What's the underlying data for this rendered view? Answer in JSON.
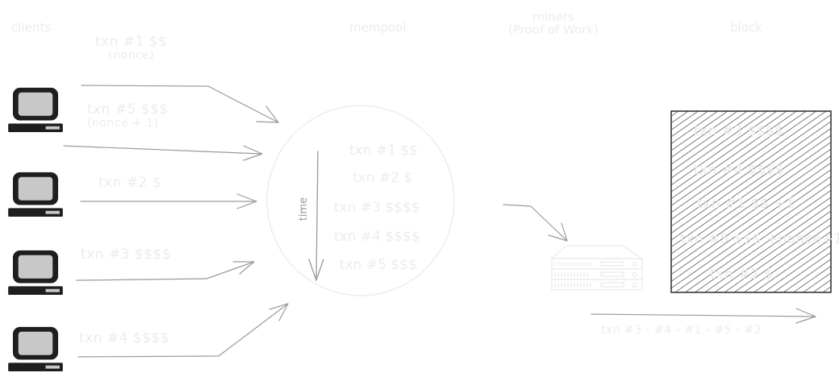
{
  "headers": {
    "clients": "clients",
    "mempool": "mempool",
    "miners_line1": "miners",
    "miners_line2": "(Proof of Work)",
    "block": "block"
  },
  "client_txns": [
    {
      "label": "txn #1 $$",
      "sub": "(nonce)"
    },
    {
      "label": "txn #5 $$$",
      "sub": "(nonce + 1)"
    },
    {
      "label": "txn #2 $",
      "sub": ""
    },
    {
      "label": "txn #3 $$$$",
      "sub": ""
    },
    {
      "label": "txn #4 $$$$",
      "sub": ""
    }
  ],
  "mempool_txns": [
    "txn #1 $$",
    "txn #2 $",
    "txn #3 $$$$",
    "txn #4 $$$$",
    "txn #5 $$$"
  ],
  "time_label": "time",
  "block_txns": [
    "txn #3 $$$$",
    "txn #4 $$$$",
    "txn #1 $$ +1",
    "txn #5 $$$ +nonce+1",
    "txn #2 $"
  ],
  "block_order": "txn #3 - #4 - #1 - #5 - #2",
  "colors": {
    "faint_text": "#ececec",
    "arrow": "#9a9a9a",
    "monitor": "#1e1e1e",
    "screen": "#c8c8c8",
    "hatch": "#333333"
  }
}
